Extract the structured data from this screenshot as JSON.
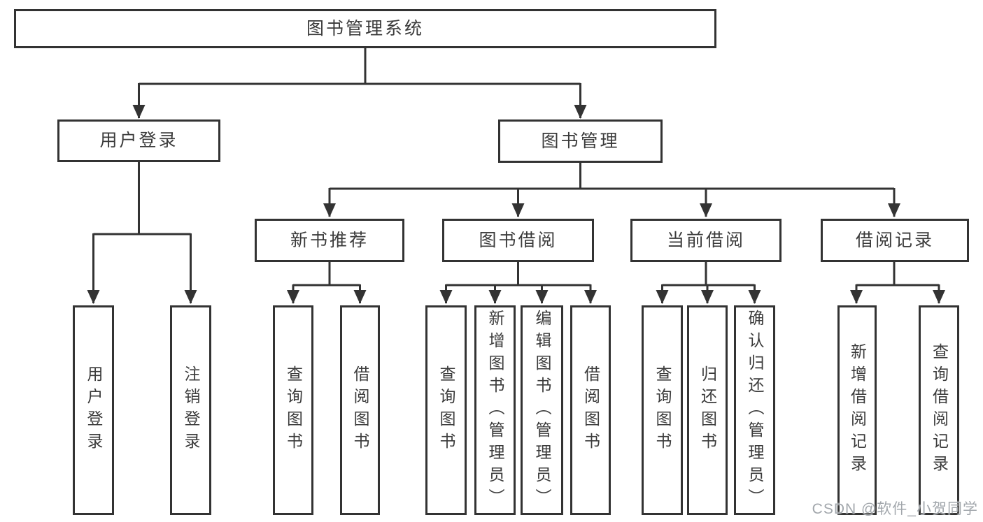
{
  "diagram_title": "图书管理系统",
  "tree": {
    "root": {
      "label": "图书管理系统"
    },
    "branches": [
      {
        "label": "用户登录",
        "children": [
          {
            "label": "用户登录"
          },
          {
            "label": "注销登录"
          }
        ]
      },
      {
        "label": "图书管理",
        "children": [
          {
            "label": "新书推荐",
            "children": [
              {
                "label": "查询图书"
              },
              {
                "label": "借阅图书"
              }
            ]
          },
          {
            "label": "图书借阅",
            "children": [
              {
                "label": "查询图书"
              },
              {
                "label": "新增图书（管理员）"
              },
              {
                "label": "编辑图书（管理员）"
              },
              {
                "label": "借阅图书"
              }
            ]
          },
          {
            "label": "当前借阅",
            "children": [
              {
                "label": "查询图书"
              },
              {
                "label": "归还图书"
              },
              {
                "label": "确认归还（管理员）"
              }
            ]
          },
          {
            "label": "借阅记录",
            "children": [
              {
                "label": "新增借阅记录"
              },
              {
                "label": "查询借阅记录"
              }
            ]
          }
        ]
      }
    ]
  },
  "watermark": {
    "text": "CSDN @软件_小贺同学"
  },
  "colors": {
    "line": "#333333",
    "border": "#333333",
    "fill": "#ffffff",
    "text": "#3b3b3b",
    "watermark": "#a2a7ac",
    "background": "#ffffff"
  }
}
